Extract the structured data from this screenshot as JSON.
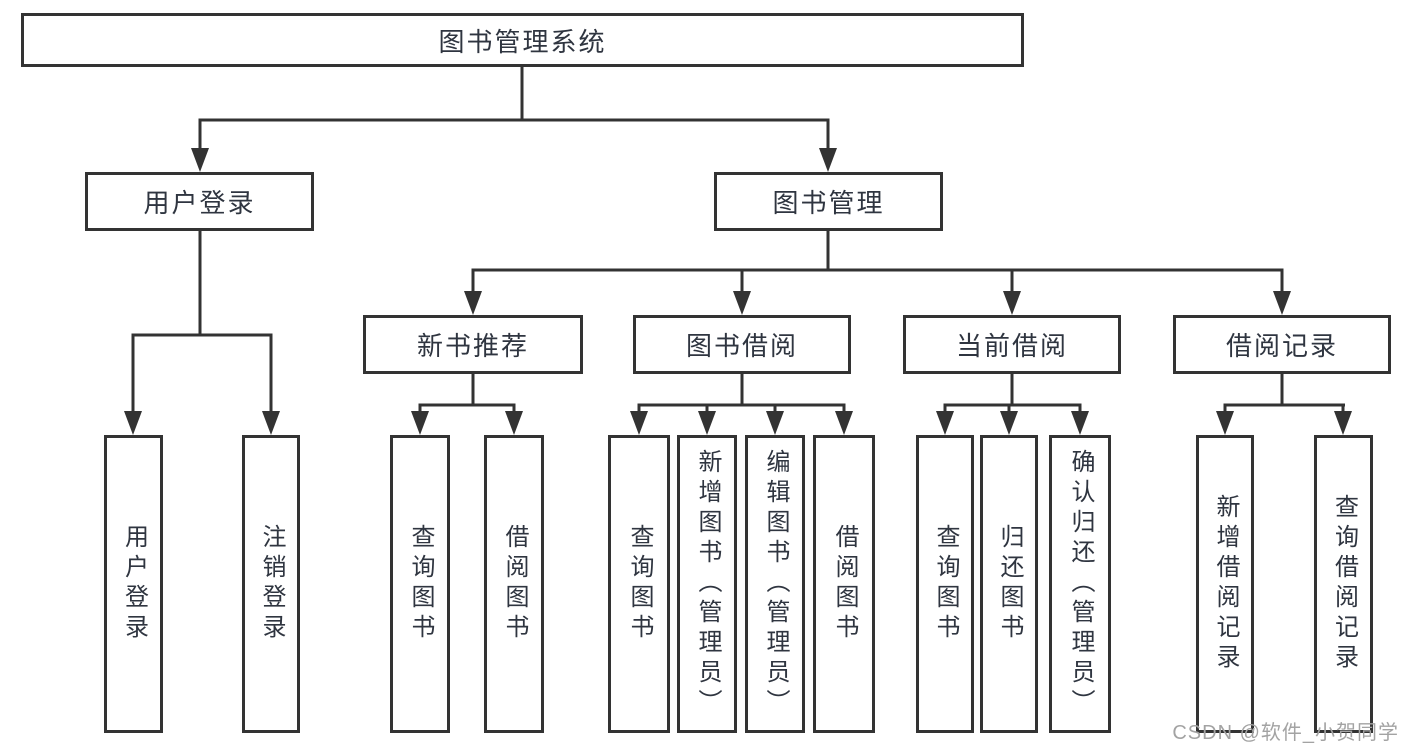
{
  "diagram": {
    "root": "图书管理系统",
    "level2": [
      "用户登录",
      "图书管理"
    ],
    "level3": [
      "新书推荐",
      "图书借阅",
      "当前借阅",
      "借阅记录"
    ],
    "leaves": {
      "user_login": [
        "用户登录",
        "注销登录"
      ],
      "new_book_recommend": [
        "查询图书",
        "借阅图书"
      ],
      "book_borrow": [
        "查询图书",
        "新增图书（管理员）",
        "编辑图书（管理员）",
        "借阅图书"
      ],
      "current_borrow": [
        "查询图书",
        "归还图书",
        "确认归还（管理员）"
      ],
      "borrow_records": [
        "新增借阅记录",
        "查询借阅记录"
      ]
    }
  },
  "watermark": "CSDN @软件_小贺同学",
  "colors": {
    "line": "#333333",
    "box_border": "#333333",
    "text": "#2f3540",
    "watermark": "#a3a3a3",
    "background": "#ffffff"
  }
}
